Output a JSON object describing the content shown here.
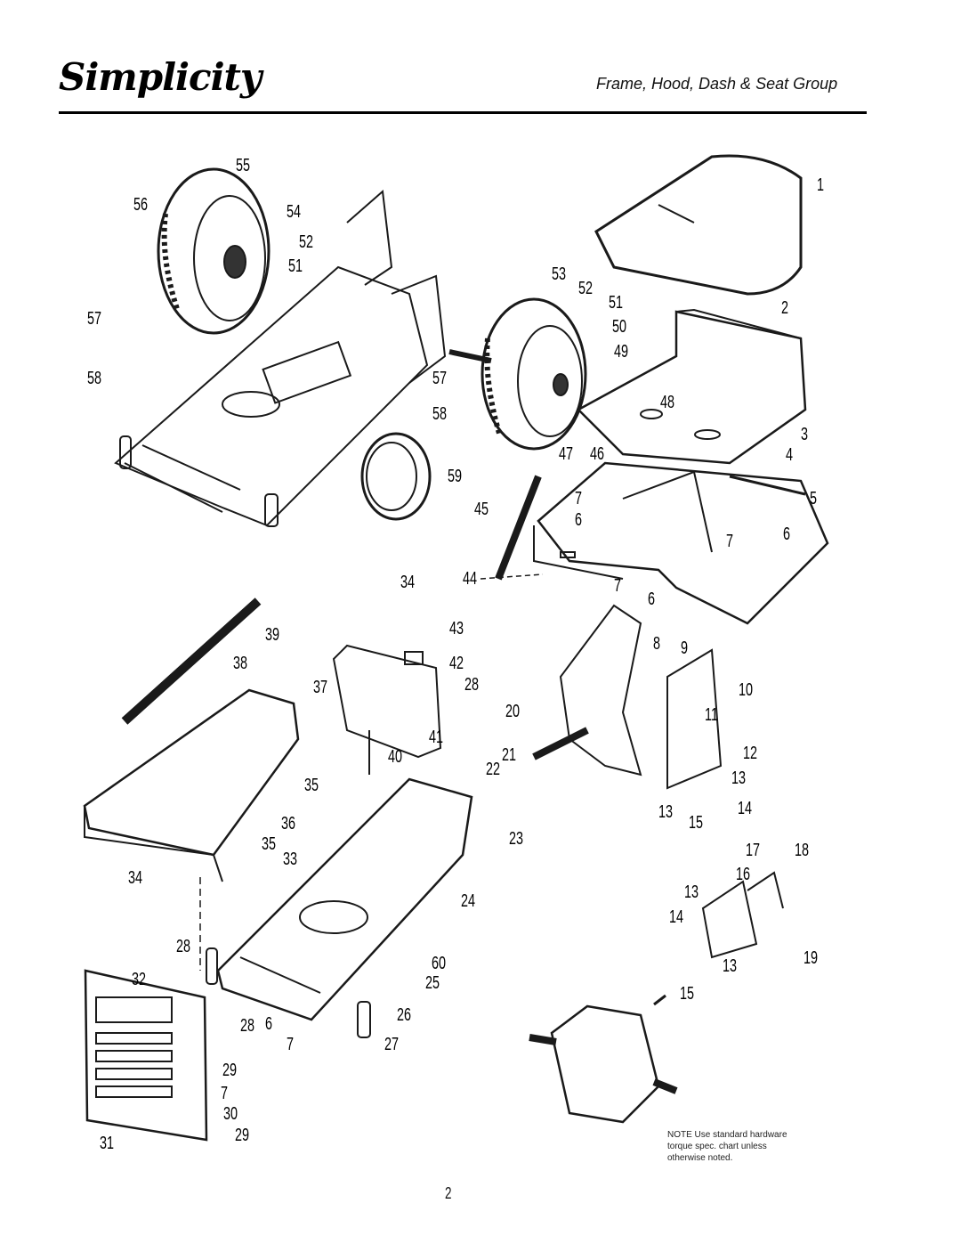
{
  "header": {
    "brand": "Simplicity",
    "section_title": "Frame, Hood, Dash & Seat Group"
  },
  "callouts": [
    "55",
    "56",
    "54",
    "52",
    "51",
    "57",
    "58",
    "53",
    "52",
    "51",
    "50",
    "49",
    "57",
    "58",
    "1",
    "2",
    "48",
    "3",
    "4",
    "5",
    "47",
    "46",
    "59",
    "7",
    "6",
    "45",
    "7",
    "6",
    "44",
    "7",
    "6",
    "34",
    "39",
    "43",
    "8",
    "9",
    "38",
    "42",
    "28",
    "10",
    "37",
    "11",
    "20",
    "41",
    "21",
    "12",
    "40",
    "22",
    "35",
    "13",
    "36",
    "23",
    "14",
    "15",
    "13",
    "35",
    "33",
    "17",
    "18",
    "16",
    "34",
    "13",
    "24",
    "14",
    "19",
    "28",
    "60",
    "32",
    "25",
    "13",
    "26",
    "15",
    "6",
    "28",
    "7",
    "27",
    "29",
    "7",
    "30",
    "31",
    "29"
  ],
  "note": {
    "line1": "NOTE  Use standard hardware",
    "line2": "torque spec. chart unless",
    "line3": "otherwise noted."
  },
  "page_number": "2"
}
